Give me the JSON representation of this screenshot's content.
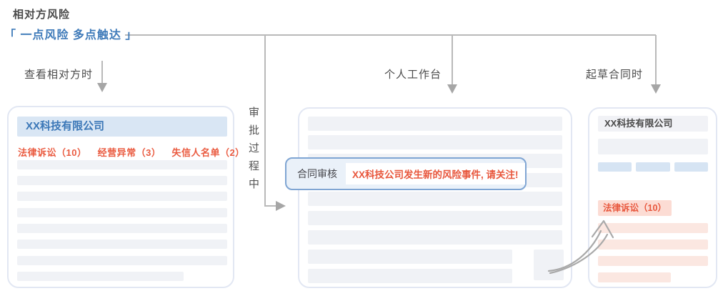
{
  "page": {
    "title": "相对方风险",
    "slogan": "「 一点风险 多点触达 」"
  },
  "labels": {
    "view_counterparty": "查看相对方时",
    "approval_process": "审批过程中",
    "workbench": "个人工作台",
    "draft_contract": "起草合同时"
  },
  "left_card": {
    "company": "XX科技有限公司",
    "risks": [
      "法律诉讼（10）",
      "经营异常（3）",
      "失信人名单（2）"
    ]
  },
  "callout": {
    "label": "合同审核",
    "message": "XX科技公司发生新的风险事件, 请关注!"
  },
  "right_card": {
    "company": "XX科技有限公司",
    "risk": "法律诉讼（10）"
  },
  "colors": {
    "accent_blue": "#3E7AB9",
    "risk_red": "#E8563C",
    "header_bar_blue": "#D9E6F4",
    "chip_blue": "#D6E4F3",
    "placeholder_gray": "#F0F2F6",
    "risk_tag_pink": "#FCDCD4",
    "placeholder_pink": "#FBE7E1",
    "card_border": "#E2E7F3",
    "callout_border": "#7FA5D3",
    "callout_bg": "#EAF1F9",
    "connector_gray": "#B9B9B9",
    "text_dark": "#4A4A4A"
  }
}
